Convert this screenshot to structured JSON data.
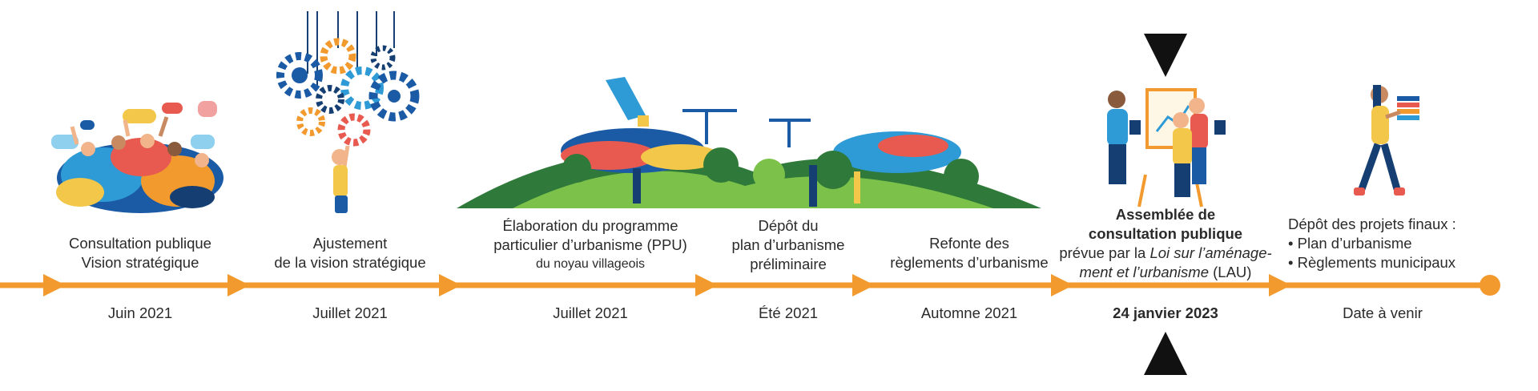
{
  "colors": {
    "timeline": "#f29a2e",
    "marker": "#111111",
    "blue_dark": "#1b5aa5",
    "blue_light": "#2e9ad6",
    "orange": "#f29a2e",
    "green_dark": "#2f7a3a",
    "green_light": "#7cc24a",
    "red": "#e85a4f",
    "yellow": "#f3c74a"
  },
  "icons": [
    "crowd-speech-bubbles-illustration",
    "person-holding-gears-illustration",
    "hillside-village-cranes-illustration",
    "presentation-easel-illustration",
    "person-carrying-documents-illustration",
    "marker-triangle-down-icon",
    "marker-triangle-up-icon"
  ],
  "stages": [
    {
      "lines": [
        "Consultation publique",
        "Vision stratégique"
      ],
      "date": "Juin 2021"
    },
    {
      "lines": [
        "Ajustement",
        "de la vision stratégique"
      ],
      "date": "Juillet 2021"
    },
    {
      "lines": [
        "Élaboration du programme",
        "particulier d’urbanisme (PPU)"
      ],
      "small": "du noyau villageois",
      "date": "Juillet 2021"
    },
    {
      "lines": [
        "Dépôt du",
        "plan d’urbanisme",
        "préliminaire"
      ],
      "date": "Été 2021"
    },
    {
      "lines": [
        "Refonte des",
        "règlements d’urbanisme"
      ],
      "date": "Automne 2021"
    },
    {
      "bold_lines": [
        "Assemblée de",
        "consultation publique"
      ],
      "line3_prefix": "prévue par la ",
      "line3_italic": "Loi sur l’aménage-",
      "line4_italic": "ment et l’urbanisme",
      "line4_suffix": " (LAU)",
      "date": "24 janvier 2023"
    },
    {
      "intro": "Dépôt des projets finaux :",
      "items": [
        "Plan d’urbanisme",
        "Règlements municipaux"
      ],
      "date": "Date à venir"
    }
  ]
}
